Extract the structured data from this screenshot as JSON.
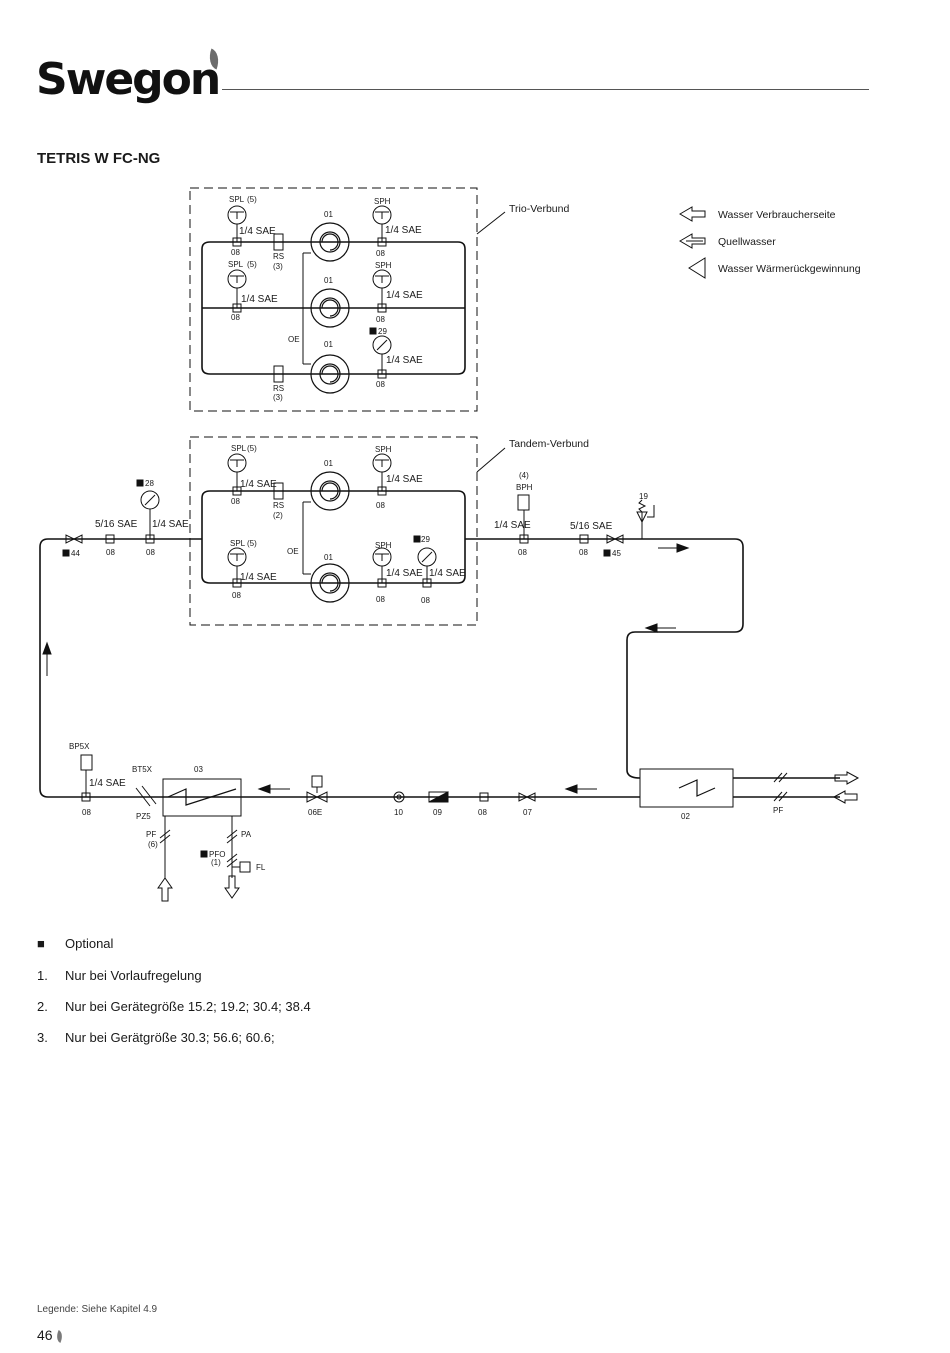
{
  "header": {
    "brand": "Swegon",
    "title": "TETRIS W FC-NG"
  },
  "diagram": {
    "groups": {
      "trio": "Trio-Verbund",
      "tandem": "Tandem-Verbund"
    },
    "legend": [
      {
        "icon": "hollow-arrow-icon",
        "label": "Wasser Verbraucherseite"
      },
      {
        "icon": "striped-arrow-icon",
        "label": "Quellwasser"
      },
      {
        "icon": "triangle-arrow-icon",
        "label": "Wasser Wärmerückgewinnung"
      }
    ],
    "labels": {
      "spl": "SPL",
      "sph": "SPH",
      "rs": "RS",
      "oe": "OE",
      "bph": "BPH",
      "bp5x": "BP5X",
      "bt5x": "BT5X",
      "pz5": "PZ5",
      "pf": "PF",
      "pa": "PA",
      "pfo": "PFO",
      "fl": "FL",
      "sae14": "1/4 SAE",
      "sae516": "5/16 SAE",
      "n01": "01",
      "n02": "02",
      "n03": "03",
      "n06e": "06E",
      "n07": "07",
      "n08": "08",
      "n09": "09",
      "n10": "10",
      "n19": "19",
      "n28": "28",
      "n29": "29",
      "n44": "44",
      "n45": "45",
      "p1": "(1)",
      "p2": "(2)",
      "p3": "(3)",
      "p4": "(4)",
      "p5": "(5)",
      "p6": "(6)"
    }
  },
  "notes": [
    {
      "marker": "■",
      "text": "Optional"
    },
    {
      "marker": "1.",
      "text": "Nur bei Vorlaufregelung"
    },
    {
      "marker": "2.",
      "text": "Nur bei Gerätegröße 15.2; 19.2; 30.4; 38.4"
    },
    {
      "marker": "3.",
      "text": "Nur bei Gerätgröße 30.3; 56.6; 60.6;"
    }
  ],
  "footer": {
    "legende": "Legende: Siehe Kapitel 4.9",
    "page": "46"
  }
}
